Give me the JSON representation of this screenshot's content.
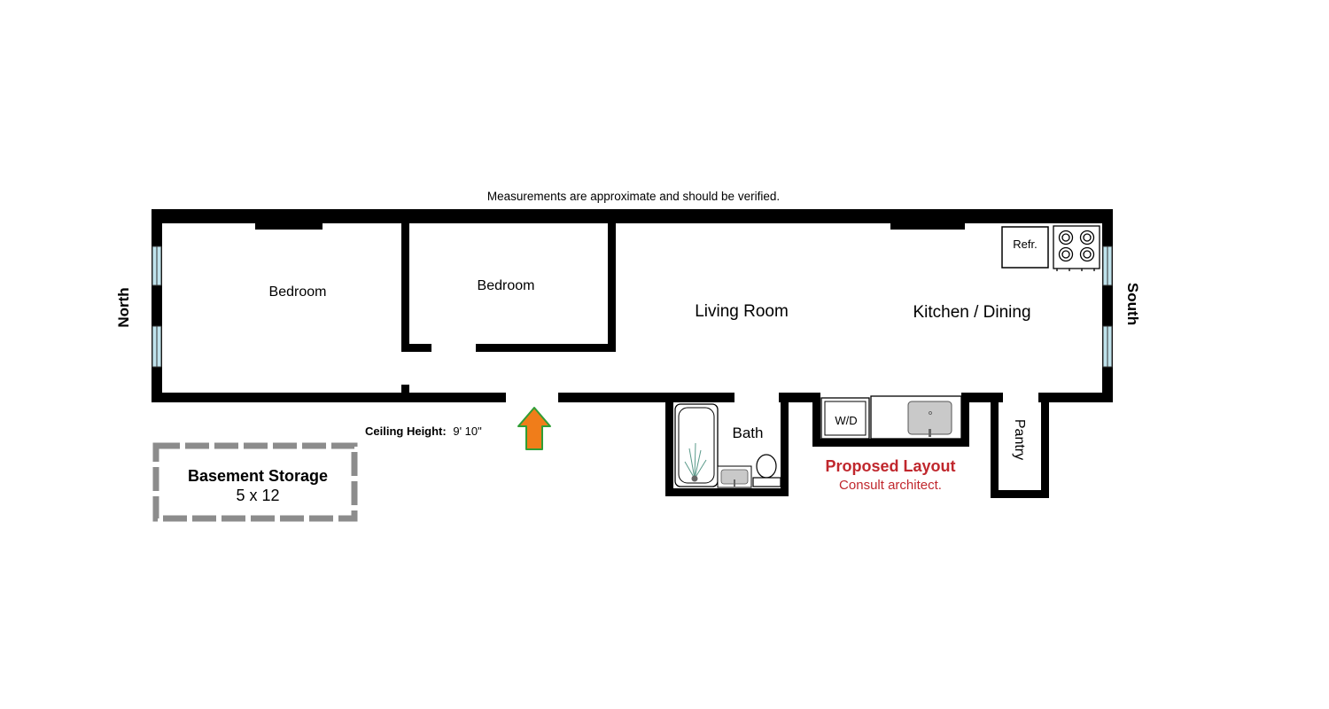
{
  "note": "Measurements are approximate and should be verified.",
  "compass": {
    "north": "North",
    "south": "South"
  },
  "rooms": {
    "bedroom_1": "Bedroom",
    "bedroom_2": "Bedroom",
    "living_room": "Living Room",
    "kitchen_dining": "Kitchen / Dining",
    "bath": "Bath",
    "pantry": "Pantry"
  },
  "fixtures": {
    "refrigerator": "Refr.",
    "washer_dryer": "W/D"
  },
  "ceiling": {
    "label": "Ceiling Height:",
    "value": "9' 10\""
  },
  "storage": {
    "title": "Basement Storage",
    "size": "5 x 12"
  },
  "proposal": {
    "title": "Proposed Layout",
    "note": "Consult architect."
  },
  "colors": {
    "wall": "#000000",
    "window": "#bfe3ec",
    "storage_outline": "#8c8c8c",
    "proposal_text": "#c0272d",
    "entry_arrow_fill": "#f07d1a",
    "entry_arrow_stroke": "#2f9e36",
    "sink": "#c9c9c9"
  },
  "icons": {
    "entry": "entry-arrow-icon",
    "stove": "stove-icon",
    "sink": "sink-icon",
    "tub": "bathtub-icon",
    "toilet": "toilet-icon"
  }
}
